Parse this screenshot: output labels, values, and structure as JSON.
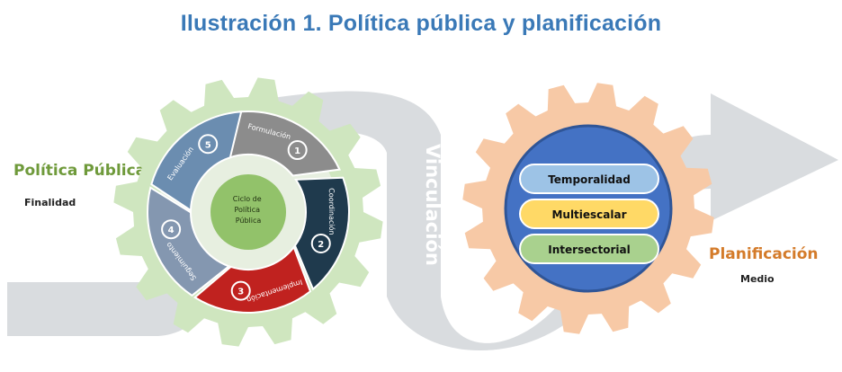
{
  "title": "Ilustración 1. Política pública y planificación",
  "left": {
    "heading": "Política Pública",
    "sub": "Finalidad"
  },
  "right": {
    "heading": "Planificación",
    "sub": "Medio"
  },
  "link_label": "Vinculación",
  "cycle": {
    "center": [
      "Ciclo de",
      "Política",
      "Pública"
    ],
    "stages": [
      {
        "n": "1",
        "label": "Formulación"
      },
      {
        "n": "2",
        "label": "Coordinación"
      },
      {
        "n": "3",
        "label": "Implementación"
      },
      {
        "n": "4",
        "label": "Seguimiento"
      },
      {
        "n": "5",
        "label": "Evaluación"
      }
    ]
  },
  "planning": [
    "Temporalidad",
    "Multiescalar",
    "Intersectorial"
  ],
  "colors": {
    "title": "#3a79b7",
    "policy": "#6f9a3b",
    "planning": "#d47b2a",
    "arrow": "#d9dcdf",
    "left_gear": "#cfe6bf",
    "right_gear": "#f7c9a6",
    "circle_blue": "#4472c4",
    "temporalidad": "#9dc3e6",
    "multiescalar": "#ffd966",
    "intersectorial": "#a9d18e",
    "formulacion": "#8c8c8c",
    "coordinacion": "#1f3a4d",
    "implementacion": "#c0221f",
    "seguimiento": "#8497b0",
    "evaluacion": "#6b8db0"
  }
}
